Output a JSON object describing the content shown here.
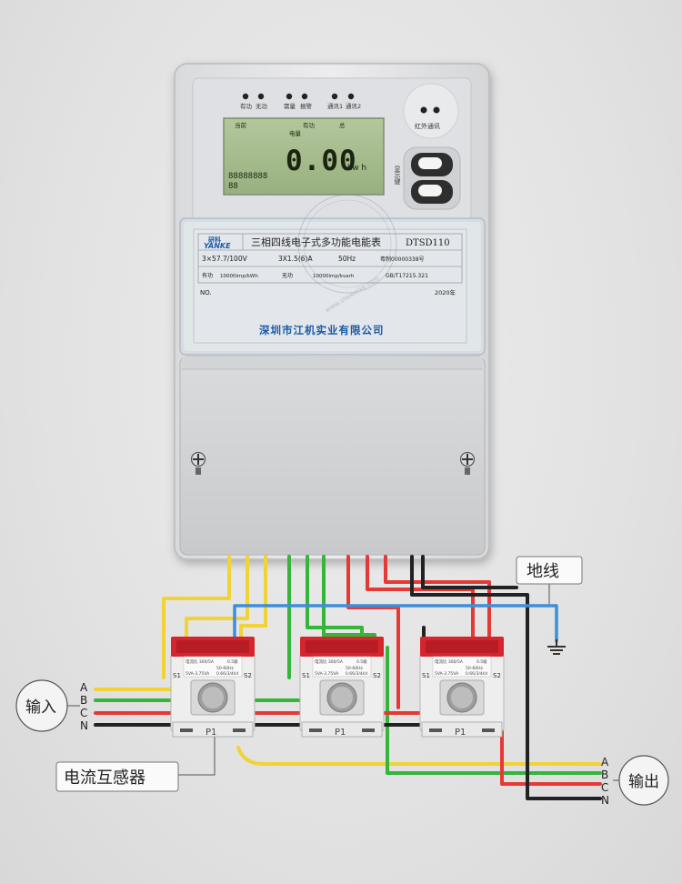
{
  "meter": {
    "indicators": [
      "有功",
      "无功",
      "需量",
      "报警",
      "通讯1",
      "通讯2"
    ],
    "ir_label": "红外通讯",
    "lcd_top": [
      "当前",
      "有功",
      "总"
    ],
    "lcd_sub": "电量",
    "lcd_value": "0.00",
    "lcd_unit": "kw h",
    "lcd_digits": "88888888",
    "lcd_digits2": "88",
    "button_label": "显示键",
    "brand": "YANKE",
    "brand_cn": "研科",
    "title": "三相四线电子式多功能电能表",
    "model": "DTSD110",
    "spec_voltage": "3×57.7/100V",
    "spec_current": "3X1.5(6)A",
    "spec_freq": "50Hz",
    "cert": "粤制00000338号",
    "active_label": "有功",
    "active_const": "10000imp/kWh",
    "reactive_label": "无功",
    "reactive_const": "10000imp/kvarh",
    "standard": "GB/T17215.321",
    "no_label": "NO.",
    "year": "2020年",
    "company": "深圳市江机实业有限公司",
    "watermark": "www.sheweike.com"
  },
  "ct": {
    "p1": "P1",
    "s1": "S1",
    "s2": "S2",
    "plate_line1": "电流比 300/5A",
    "plate_line2": "50-60Hz",
    "plate_line3": "5VA-3.75VA",
    "plate_line4": "0.66/3/4kV",
    "plate_acc": "0.5级"
  },
  "labels": {
    "ground": "地线",
    "input": "输入",
    "output": "输出",
    "ct_label": "电流互感器",
    "phases_in": [
      "A",
      "B",
      "C",
      "N"
    ],
    "phases_out": [
      "A",
      "B",
      "C",
      "N"
    ]
  },
  "colors": {
    "phase_a": "#f1d237",
    "phase_b": "#35b53a",
    "phase_c": "#e53935",
    "neutral": "#222222",
    "ground": "#3d8fd8",
    "meter_body": "#e5e6e8",
    "lcd": "#a9c091",
    "ct_red": "#d6252e"
  }
}
